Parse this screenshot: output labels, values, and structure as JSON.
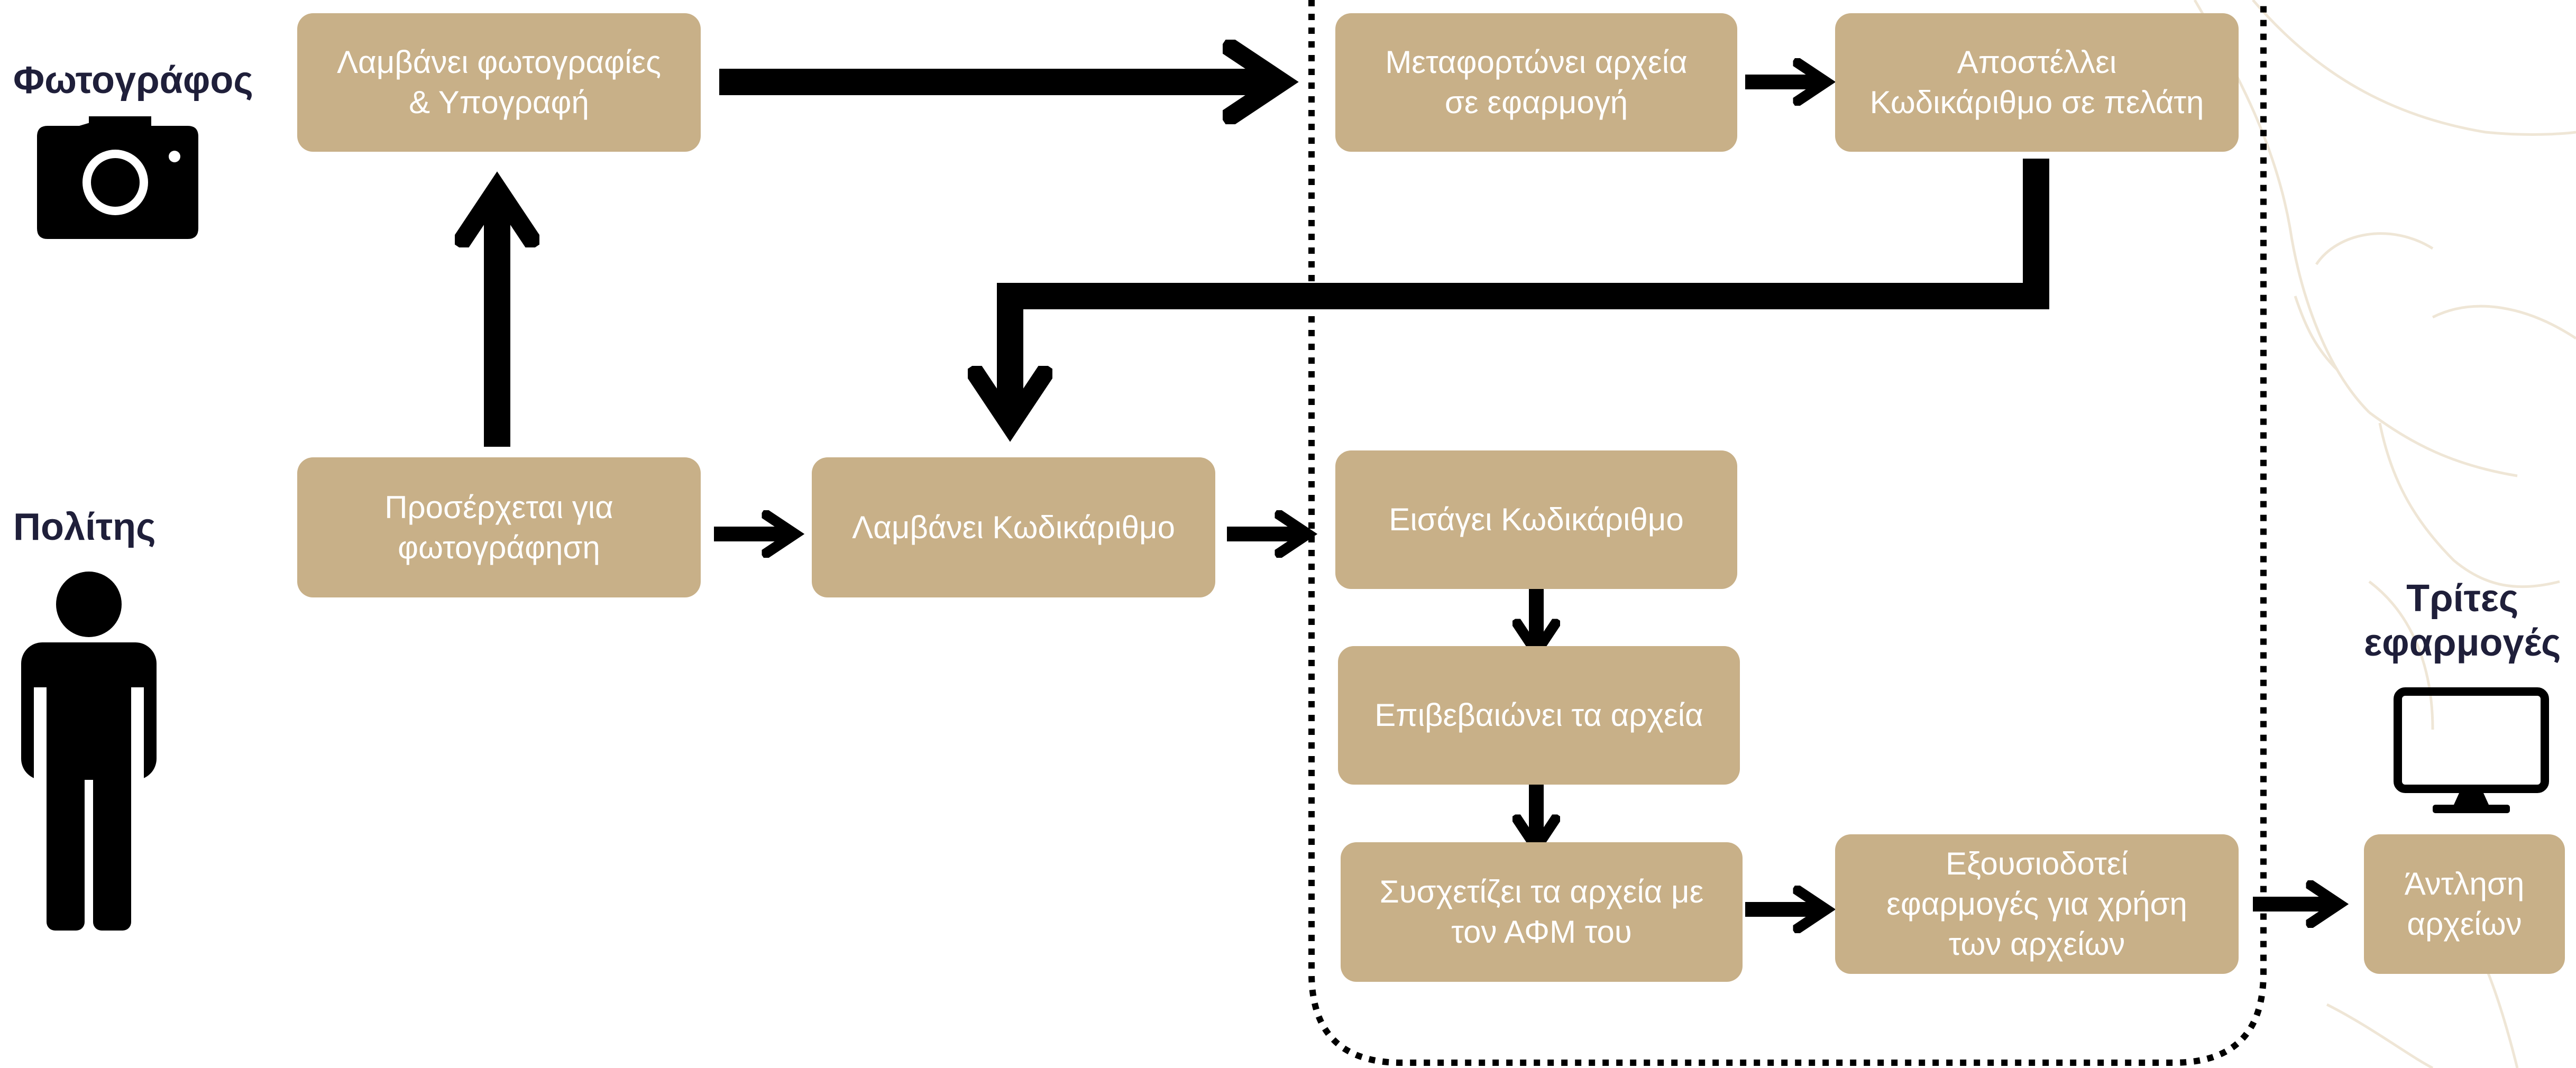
{
  "colors": {
    "box_fill": "#c8b088",
    "box_text": "#ffffff",
    "arrow": "#000000",
    "actor_text": "#1f1f3a",
    "watermark": "#efe6d6"
  },
  "actors": {
    "photographer": {
      "label": "Φωτογράφος",
      "icon": "camera-icon"
    },
    "citizen": {
      "label": "Πολίτης",
      "icon": "person-icon"
    },
    "third_party": {
      "label": "Τρίτες\nεφαρμογές",
      "icon": "monitor-icon"
    }
  },
  "steps": {
    "take_photos": "Λαμβάνει φωτογραφίες\n& Υπογραφή",
    "upload": "Μεταφορτώνει αρχεία\nσε εφαρμογή",
    "send_code": "Αποστέλλει\nΚωδικάριθμο σε πελάτη",
    "arrives": "Προσέρχεται για\nφωτογράφηση",
    "receives_code": "Λαμβάνει Κωδικάριθμο",
    "enters_code": "Εισάγει Κωδικάριθμο",
    "confirms": "Επιβεβαιώνει τα αρχεία",
    "associates": "Συσχετίζει τα αρχεία με\nτον ΑΦΜ του",
    "authorizes": "Εξουσιοδοτεί\nεφαρμογές για χρήση\nτων αρχείων",
    "retrieve": "Άντληση\nαρχείων"
  }
}
